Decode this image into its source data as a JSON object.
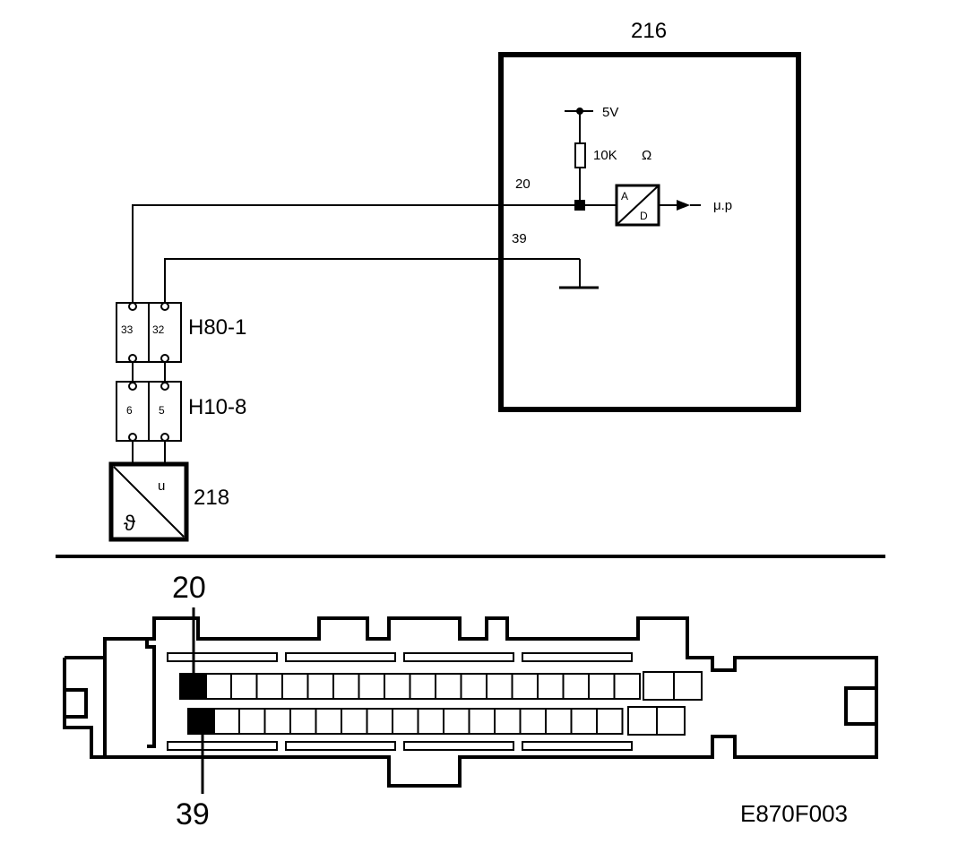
{
  "ecu": {
    "id": "216",
    "pin_signal": "20",
    "pin_ground": "39",
    "supply_label": "5V",
    "resistor_value": "10K",
    "resistor_unit": "Ω",
    "adc_in": "A",
    "adc_out": "D",
    "output_label": "μ.p"
  },
  "connector_h80": {
    "label": "H80-1",
    "pin_left": "33",
    "pin_right": "32"
  },
  "connector_h10": {
    "label": "H10-8",
    "pin_left": "6",
    "pin_right": "5"
  },
  "sensor": {
    "id": "218",
    "symbol_out": "u",
    "symbol_in": "ϑ"
  },
  "connector_view": {
    "pin_top": "20",
    "pin_bottom": "39"
  },
  "figure_ref": "E870F003"
}
